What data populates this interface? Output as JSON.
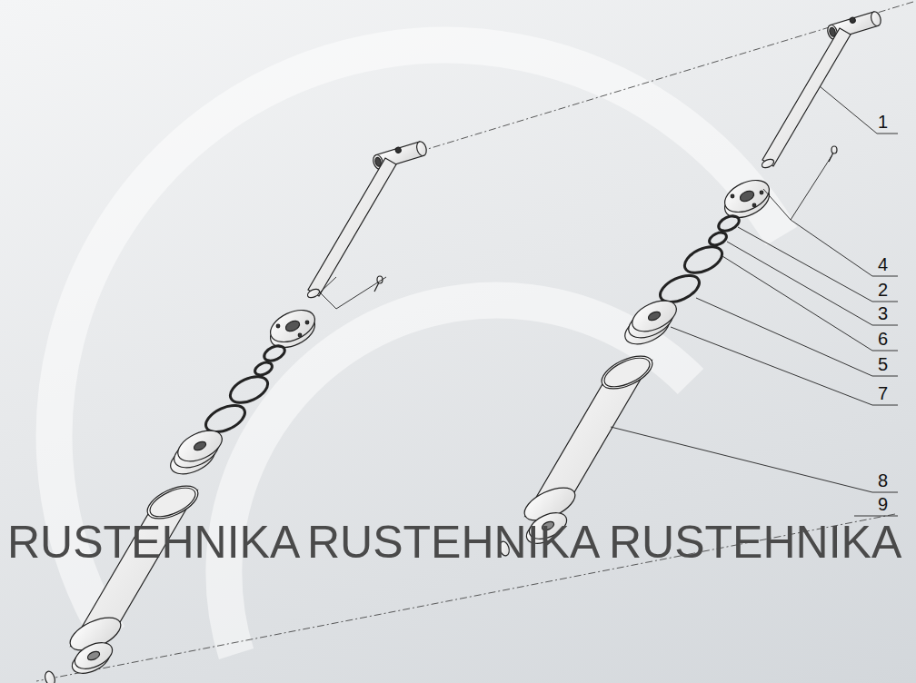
{
  "diagram": {
    "labels": [
      "1",
      "4",
      "2",
      "3",
      "6",
      "5",
      "7",
      "8",
      "9",
      "RUSTEHNIKA",
      "RUSTEHNIKA",
      "RUSTEHNIKA"
    ]
  }
}
